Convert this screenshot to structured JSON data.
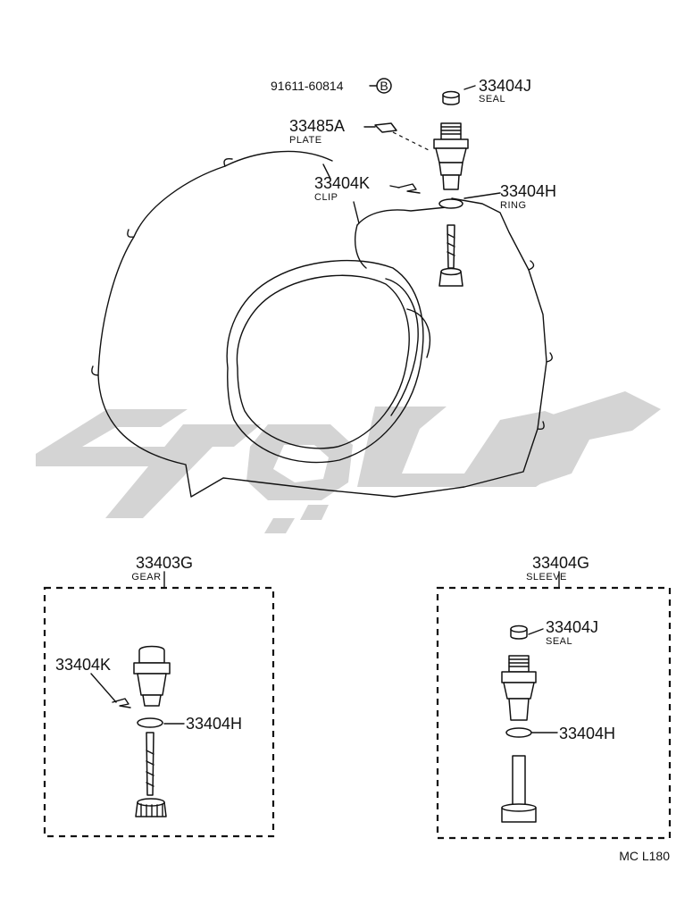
{
  "diagram": {
    "top": {
      "bolt": {
        "part_no": "91611-60814",
        "badge": "B"
      },
      "plate": {
        "part_no": "33485A",
        "name": "PLATE"
      },
      "seal": {
        "part_no": "33404J",
        "name": "SEAL"
      },
      "clip": {
        "part_no": "33404K",
        "name": "CLIP"
      },
      "ring": {
        "part_no": "33404H",
        "name": "RING"
      }
    },
    "gear_kit": {
      "part_no": "33403G",
      "name": "GEAR",
      "clip_ref": "33404K",
      "ring_ref": "33404H"
    },
    "sleeve_kit": {
      "part_no": "33404G",
      "name": "SLEEVE",
      "seal_ref": "33404J",
      "seal_name": "SEAL",
      "ring_ref": "33404H"
    },
    "code": "MC L180"
  }
}
